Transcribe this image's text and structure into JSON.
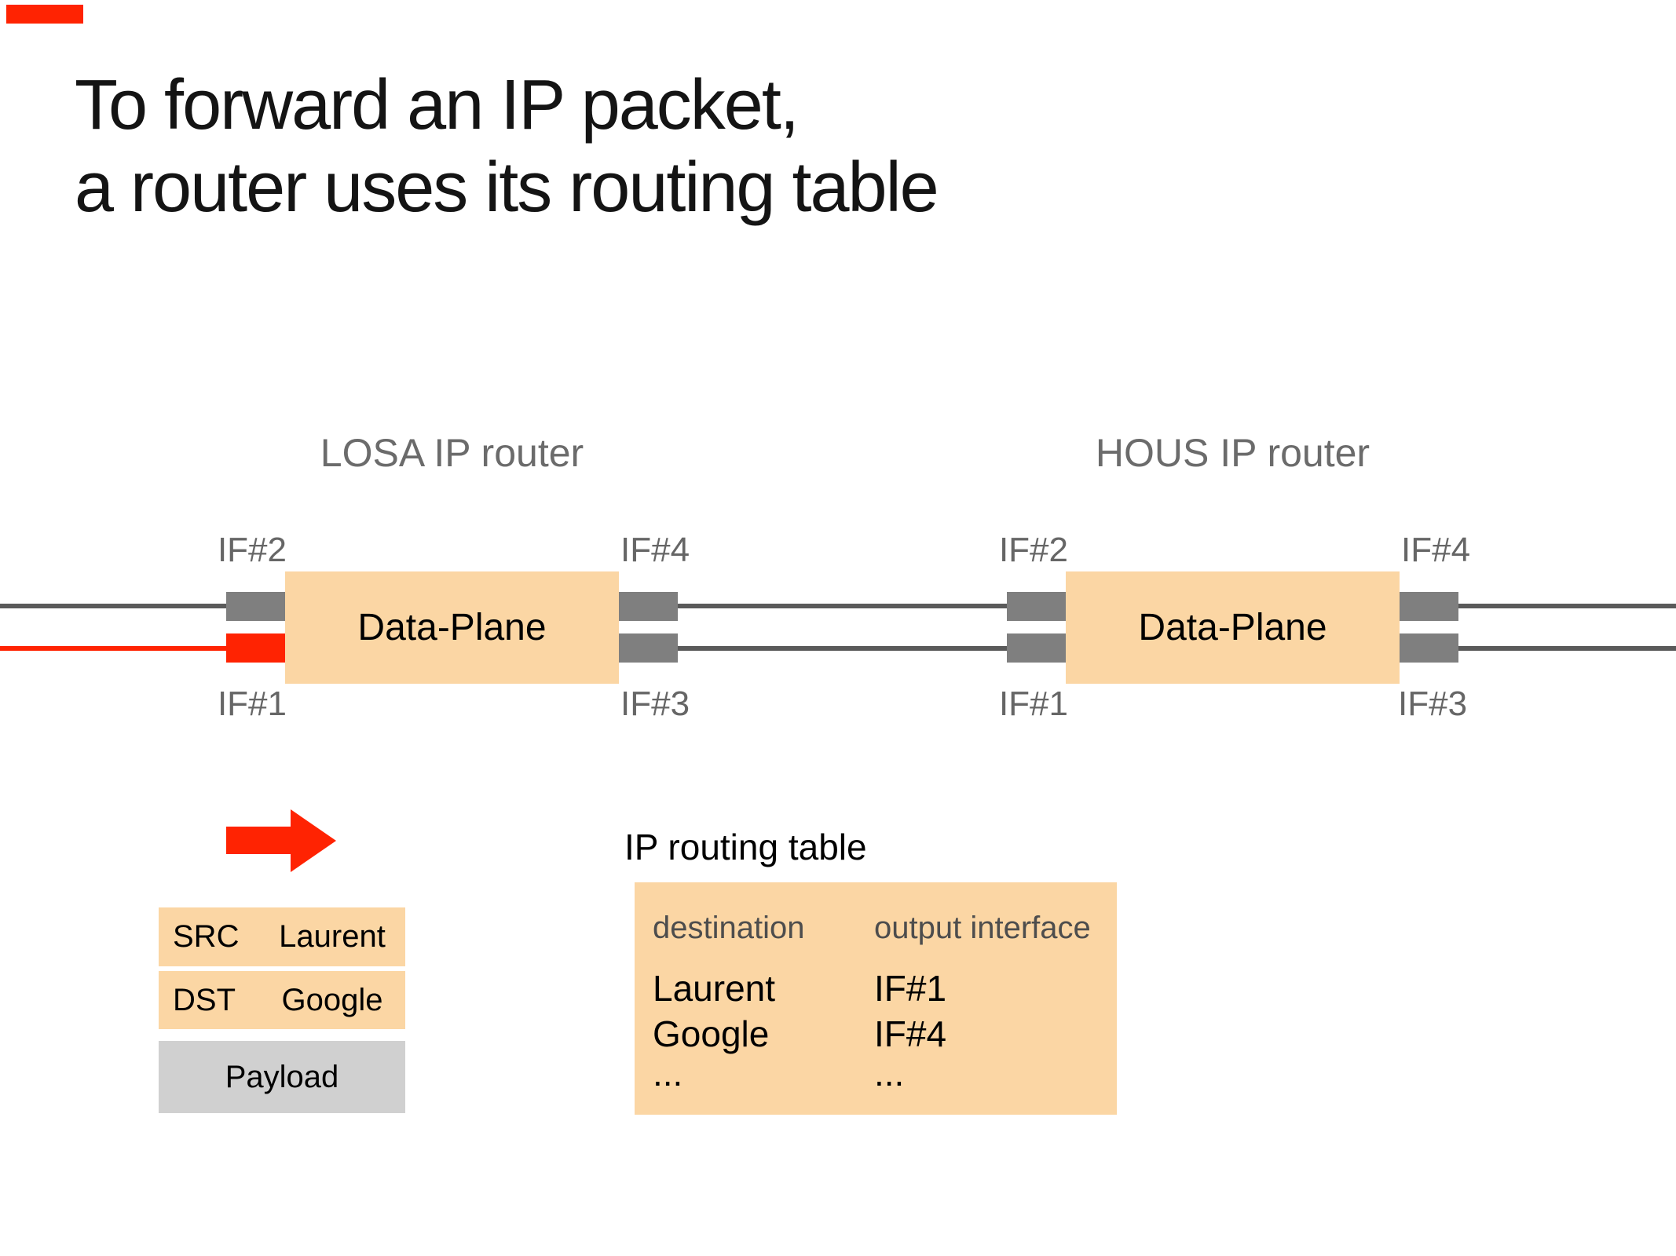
{
  "slide": {
    "title_line1": "To forward an IP packet,",
    "title_line2": "a router uses its routing table",
    "marker_color": "#ff2302"
  },
  "colors": {
    "accent_red": "#ff2302",
    "box_peach": "#fbd6a4",
    "interface_gray": "#7f7f7f",
    "line_gray": "#5a5a5a",
    "payload_gray": "#d0d0d0",
    "label_gray": "#666666"
  },
  "routers": [
    {
      "name": "LOSA IP router",
      "data_plane_label": "Data-Plane",
      "if_top_left": "IF#2",
      "if_top_right": "IF#4",
      "if_bottom_left": "IF#1",
      "if_bottom_right": "IF#3"
    },
    {
      "name": "HOUS IP router",
      "data_plane_label": "Data-Plane",
      "if_top_left": "IF#2",
      "if_top_right": "IF#4",
      "if_bottom_left": "IF#1",
      "if_bottom_right": "IF#3"
    }
  ],
  "packet": {
    "src_label": "SRC",
    "src_value": "Laurent",
    "dst_label": "DST",
    "dst_value": "Google",
    "payload_label": "Payload"
  },
  "routing_table": {
    "title": "IP routing table",
    "col1_header": "destination",
    "col2_header": "output interface",
    "rows": [
      {
        "destination": "Laurent",
        "output_interface": "IF#1"
      },
      {
        "destination": "Google",
        "output_interface": "IF#4"
      },
      {
        "destination": "...",
        "output_interface": "..."
      }
    ]
  }
}
